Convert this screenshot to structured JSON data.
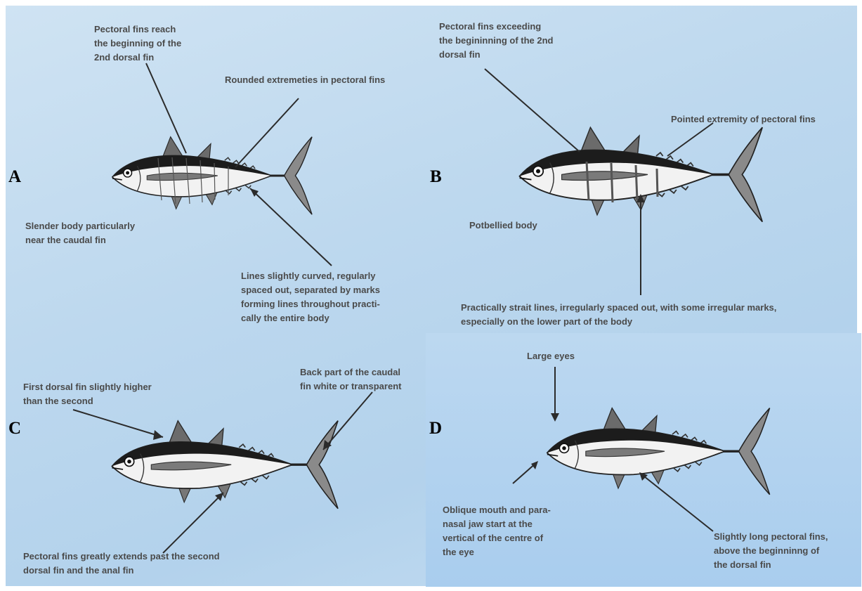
{
  "panels": {
    "a": {
      "letter": "A",
      "pectoral_reach": "Pectoral fins reach\nthe beginning of the\n2nd dorsal fin",
      "rounded": "Rounded extremeties in pectoral fins",
      "slender": "Slender body particularly\nnear the caudal fin",
      "lines": "Lines slightly curved, regularly\nspaced out, separated by marks\nforming lines throughout practi-\ncally the entire body"
    },
    "b": {
      "letter": "B",
      "pectoral_exceeding": "Pectoral fins exceeding\nthe begininning of the 2nd\ndorsal fin",
      "pointed": "Pointed extremity of pectoral fins",
      "potbellied": "Potbellied body",
      "strait_lines": "Practically strait lines, irregularly spaced out, with some irregular marks,\nespecially on the lower part of the body"
    },
    "c": {
      "letter": "C",
      "first_dorsal": "First dorsal fin slightly higher\nthan the second",
      "caudal_back": "Back part of the caudal\nfin white or transparent",
      "pectoral_extends": "Pectoral fins greatly extends past the second\ndorsal fin and the anal fin"
    },
    "d": {
      "letter": "D",
      "large_eyes": "Large eyes",
      "oblique_mouth": "Oblique mouth and para-\nnasal jaw start at the\nvertical of the centre of\nthe eye",
      "long_pectoral": "Slightly long pectoral fins,\nabove the beginninng of\nthe dorsal fin"
    }
  },
  "colors": {
    "background": "#bdd8ee",
    "panel_d_background": "#b0d0ee",
    "annotation_text": "#4a4a4a",
    "fish_back": "#1c1c1c",
    "fish_belly": "#f2f2f2"
  }
}
